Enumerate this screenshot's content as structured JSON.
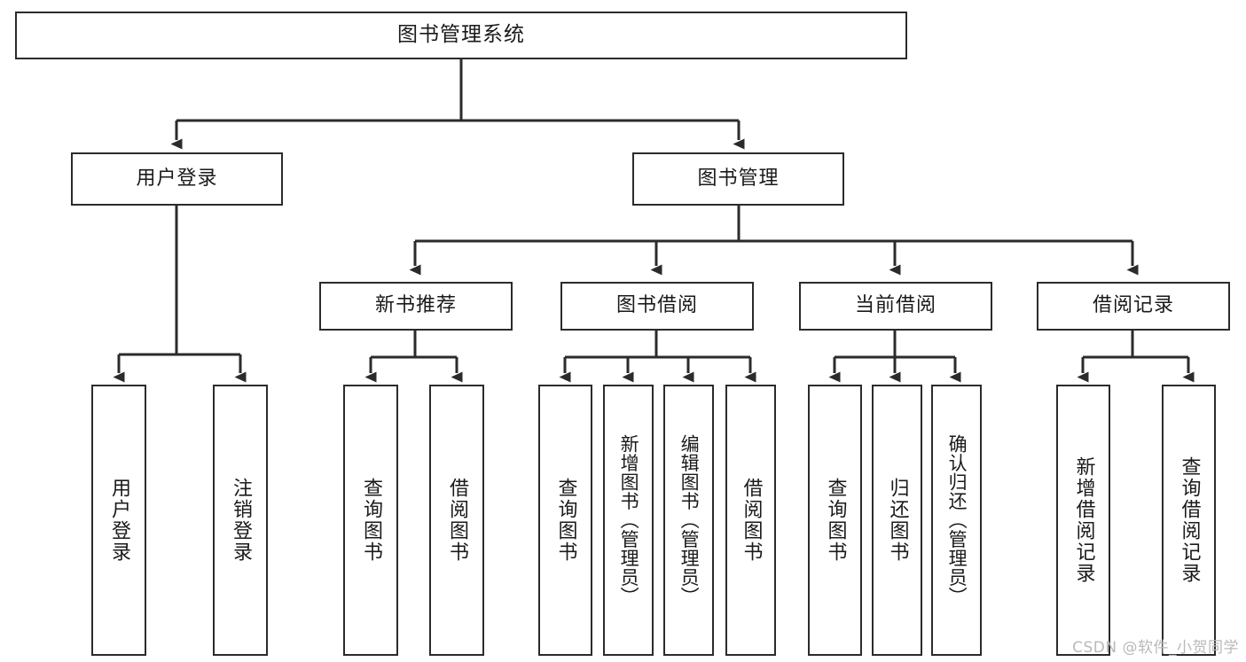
{
  "diagram": {
    "type": "tree-flowchart",
    "title": "图书管理系统",
    "stroke_color": "#2b2b2b",
    "background_color": "#ffffff",
    "text_color": "#1a1a1a",
    "nodes": {
      "root": {
        "label": "图书管理系统"
      },
      "level2": [
        {
          "id": "user-login",
          "label": "用户登录"
        },
        {
          "id": "book-manage",
          "label": "图书管理"
        }
      ],
      "level3": [
        {
          "id": "new-book-recommend",
          "label": "新书推荐"
        },
        {
          "id": "book-borrow",
          "label": "图书借阅"
        },
        {
          "id": "current-borrow",
          "label": "当前借阅"
        },
        {
          "id": "borrow-record",
          "label": "借阅记录"
        }
      ],
      "leaves": [
        {
          "id": "leaf-user-login",
          "label": "用户登录",
          "parent": "user-login"
        },
        {
          "id": "leaf-user-logout",
          "label": "注销登录",
          "parent": "user-login"
        },
        {
          "id": "leaf-query-book-1",
          "label": "查询图书",
          "parent": "new-book-recommend"
        },
        {
          "id": "leaf-borrow-book-1",
          "label": "借阅图书",
          "parent": "new-book-recommend"
        },
        {
          "id": "leaf-query-book-2",
          "label": "查询图书",
          "parent": "book-borrow"
        },
        {
          "id": "leaf-add-book",
          "label": "新增图书（管理员）",
          "parent": "book-borrow"
        },
        {
          "id": "leaf-edit-book",
          "label": "编辑图书（管理员）",
          "parent": "book-borrow"
        },
        {
          "id": "leaf-borrow-book-2",
          "label": "借阅图书",
          "parent": "book-borrow"
        },
        {
          "id": "leaf-query-book-3",
          "label": "查询图书",
          "parent": "current-borrow"
        },
        {
          "id": "leaf-return-book",
          "label": "归还图书",
          "parent": "current-borrow"
        },
        {
          "id": "leaf-confirm-return",
          "label": "确认归还（管理员）",
          "parent": "current-borrow"
        },
        {
          "id": "leaf-add-record",
          "label": "新增借阅记录",
          "parent": "borrow-record"
        },
        {
          "id": "leaf-query-record",
          "label": "查询借阅记录",
          "parent": "borrow-record"
        }
      ]
    }
  },
  "watermark": {
    "text": "CSDN @软件_小贺同学"
  }
}
